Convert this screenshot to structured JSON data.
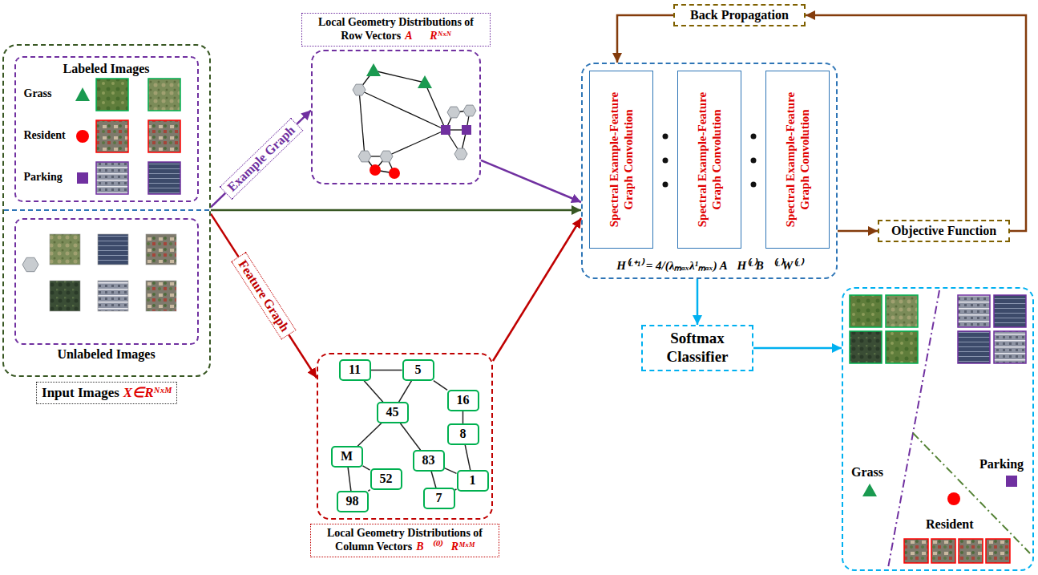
{
  "diagram": {
    "nodes": [
      {
        "text": [
          "Input Images",
          "X∈Rᴺˣᴹ"
        ]
      },
      {
        "text": [
          "Labeled Images",
          "Grass",
          "Resident",
          "Parking"
        ],
        "in": 0
      },
      {
        "text": [
          "Unlabeled Images"
        ],
        "in": 0
      },
      {
        "text": [
          "Local Geometry Distributions of Row Vectors",
          "A⃗∈Rᴺˣᴺ"
        ]
      },
      {
        "text": [
          "Local Geometry Distributions of Column Vectors",
          "B⃗⁽⁰⁾∈Rᴹˣᴹ"
        ]
      },
      {
        "text": [
          "11"
        ],
        "in": 4
      },
      {
        "text": [
          "5"
        ],
        "in": 4
      },
      {
        "text": [
          "16"
        ],
        "in": 4
      },
      {
        "text": [
          "45"
        ],
        "in": 4
      },
      {
        "text": [
          "8"
        ],
        "in": 4
      },
      {
        "text": [
          "M"
        ],
        "in": 4
      },
      {
        "text": [
          "83"
        ],
        "in": 4
      },
      {
        "text": [
          "52"
        ],
        "in": 4
      },
      {
        "text": [
          "1"
        ],
        "in": 4
      },
      {
        "text": [
          "98"
        ],
        "in": 4
      },
      {
        "text": [
          "7"
        ],
        "in": 4
      },
      {
        "text": [
          "Back Propagation"
        ]
      },
      {
        "text": [
          "H⁽ᴸ⁺¹⁾ = 4/(λₘₐₓλ¹ₘₐₓ) A⃗H⁽ᴸ⁾B⃗⁽ᴸ⁾W⁽ᴸ⁾"
        ]
      },
      {
        "text": [
          "Spectral Example-Feature Graph Convolution"
        ],
        "in": 17
      },
      {
        "text": [
          "Spectral Example-Feature Graph Convolution"
        ],
        "in": 17
      },
      {
        "text": [
          "Spectral Example-Feature Graph Convolution"
        ],
        "in": 17
      },
      {
        "text": [
          "Objective Function"
        ]
      },
      {
        "text": [
          "Softmax Classifier"
        ]
      },
      {
        "text": [
          "Grass",
          "Resident",
          "Parking"
        ]
      }
    ],
    "edges": [
      {
        "from": 0,
        "to": 3,
        "arrow": "to",
        "label": "Example Graph"
      },
      {
        "from": 0,
        "to": 17,
        "arrow": "to"
      },
      {
        "from": 0,
        "to": 4,
        "arrow": "to",
        "label": "Feature Graph"
      },
      {
        "from": 3,
        "to": 17,
        "arrow": "to"
      },
      {
        "from": 4,
        "to": 17,
        "arrow": "to"
      },
      {
        "from": 17,
        "to": 21,
        "arrow": "to"
      },
      {
        "from": 21,
        "to": 16,
        "arrow": "to"
      },
      {
        "from": 16,
        "to": 17,
        "arrow": "to"
      },
      {
        "from": 17,
        "to": 22,
        "arrow": "to"
      },
      {
        "from": 22,
        "to": 23,
        "arrow": "to"
      },
      {
        "from": 5,
        "to": 6,
        "arrow": "none"
      },
      {
        "from": 5,
        "to": 8,
        "arrow": "none"
      },
      {
        "from": 6,
        "to": 8,
        "arrow": "none"
      },
      {
        "from": 6,
        "to": 7,
        "arrow": "none"
      },
      {
        "from": 7,
        "to": 9,
        "arrow": "none"
      },
      {
        "from": 9,
        "to": 13,
        "arrow": "none"
      },
      {
        "from": 8,
        "to": 10,
        "arrow": "none"
      },
      {
        "from": 8,
        "to": 11,
        "arrow": "none"
      },
      {
        "from": 11,
        "to": 13,
        "arrow": "none"
      },
      {
        "from": 11,
        "to": 15,
        "arrow": "none"
      },
      {
        "from": 15,
        "to": 13,
        "arrow": "none"
      },
      {
        "from": 10,
        "to": 12,
        "arrow": "none"
      },
      {
        "from": 10,
        "to": 14,
        "arrow": "none"
      },
      {
        "from": 14,
        "to": 12,
        "arrow": "none"
      }
    ]
  }
}
